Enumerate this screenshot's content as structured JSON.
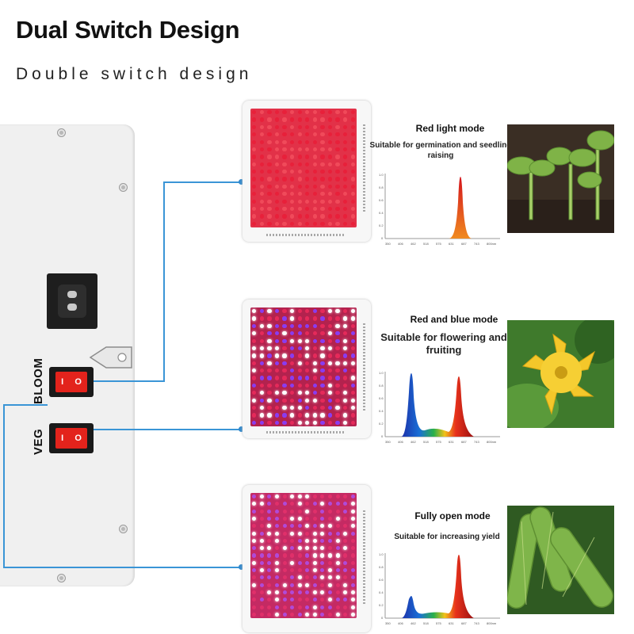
{
  "header": {
    "title": "Dual Switch Design",
    "subtitle": "Double switch design"
  },
  "switches": {
    "bloom_label": "BLOOM",
    "veg_label": "VEG"
  },
  "modes": [
    {
      "title": "Red light mode",
      "description": "Suitable for germination and seedling raising",
      "led_colors": [
        "#e8203a",
        "#f04a5a"
      ],
      "plant": "seedlings"
    },
    {
      "title": "Red and blue mode",
      "description": "Suitable for flowering and fruiting",
      "led_colors": [
        "#e52a5a",
        "#8a3cf0",
        "#ffffff"
      ],
      "plant": "yellow flower"
    },
    {
      "title": "Fully open mode",
      "description": "Suitable for increasing yield",
      "led_colors": [
        "#e0306a",
        "#b04ad8",
        "#ffffff"
      ],
      "plant": "cucumbers"
    }
  ],
  "spectrum_axis": {
    "y_ticks": [
      "1.0",
      "0.8",
      "0.6",
      "0.4",
      "0.2",
      "0"
    ],
    "x_ticks": [
      "350",
      "406",
      "462",
      "518",
      "575",
      "631",
      "687",
      "743",
      "800nm"
    ]
  },
  "colors": {
    "wire": "#3a95d6",
    "switch_red": "#e3231c"
  }
}
